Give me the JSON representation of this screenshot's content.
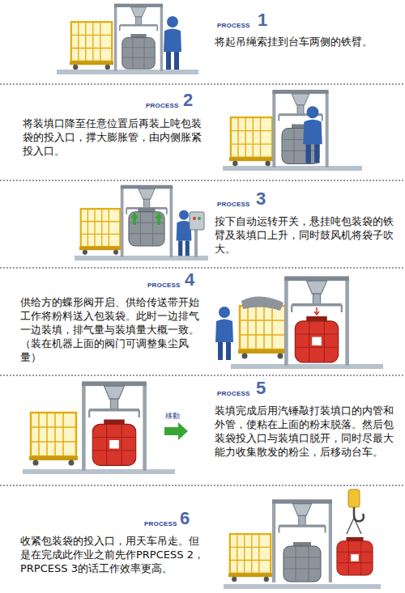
{
  "diagram": {
    "labels": [
      "PROCESS",
      "1",
      "将起吊绳索挂到台车两侧的铁臂。",
      "PROCESS",
      "2",
      "将装填口降至任意位置后再装上吨包装袋的投入口，撑大膨胀管，由内侧胀紧投入口。",
      "PROCESS",
      "3",
      "按下自动运转开关，悬挂吨包装袋的铁臂及装填口上升，同时鼓风机将袋子吹大。",
      "PROCESS",
      "4",
      "供给方的蝶形阀开启、供给传送带开始工作将粉料送入包装袋。此时一边排气一边装填，排气量与装填量大概一致。（装在机器上面的阀门可调整集尘风量）",
      "PROCESS",
      "5",
      "装填完成后用汽锤敲打装填口的内管和外管，使粘在上面的粉末脱落。然后包装袋投入口与装填口脱开，同时尽最大能力收集散发的粉尘，后移动台车。",
      "移動",
      "PROCESS",
      "6",
      "收紧包装袋的投入口，用天车吊走。但是在完成此作业之前先作PRPCESS 2，PRPCESS 3的话工作效率更高。"
    ]
  }
}
